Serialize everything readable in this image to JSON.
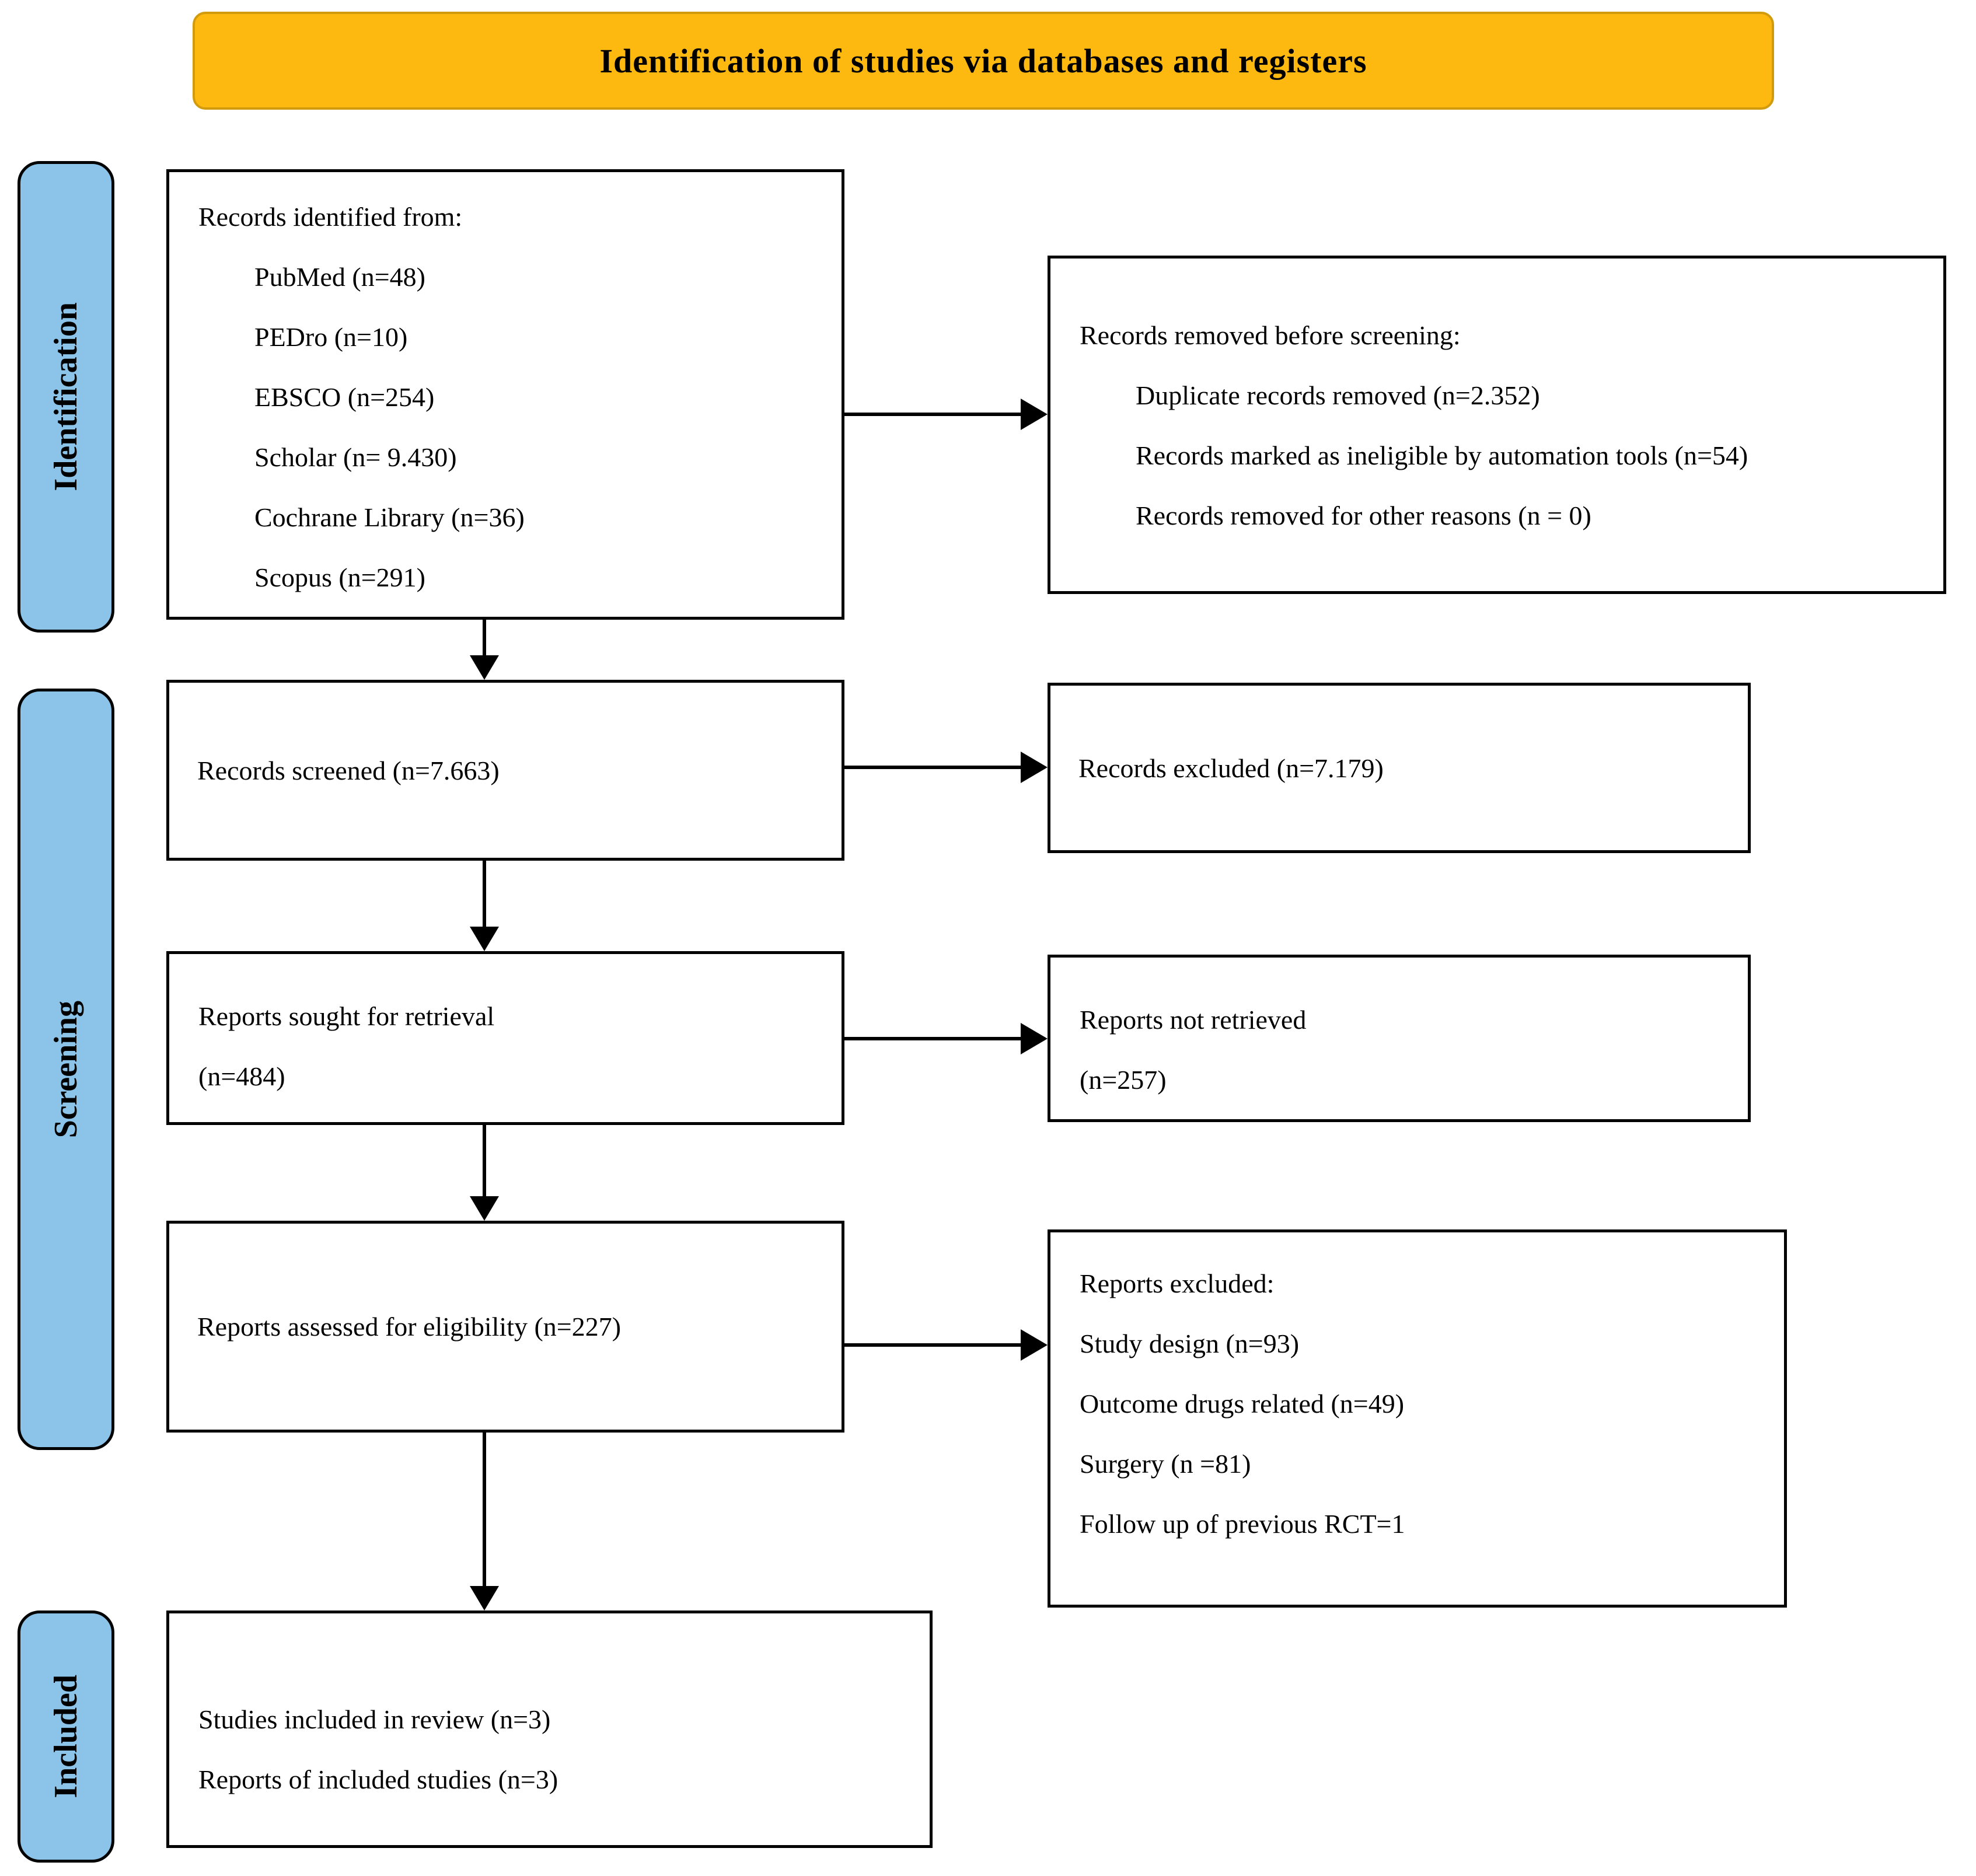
{
  "banner": {
    "title": "Identification of studies via databases and registers"
  },
  "stages": {
    "identification": "Identification",
    "screening": "Screening",
    "included": "Included"
  },
  "colors": {
    "banner_fill": "#FDB90F",
    "banner_border": "#D29B0D",
    "stage_fill": "#8CC4E9",
    "box_border": "#000000",
    "arrow": "#000000"
  },
  "boxes": {
    "records_identified": {
      "header": "Records identified from:",
      "items": [
        "PubMed (n=48)",
        "PEDro (n=10)",
        "EBSCO (n=254)",
        "Scholar (n= 9.430)",
        "Cochrane Library (n=36)",
        "Scopus (n=291)"
      ]
    },
    "records_removed": {
      "header": "Records removed before screening:",
      "items": [
        "Duplicate records removed (n=2.352)",
        "Records marked as ineligible by automation tools (n=54)",
        "Records removed for other reasons (n = 0)"
      ]
    },
    "records_screened": {
      "text": "Records screened (n=7.663)"
    },
    "records_excluded": {
      "text": "Records excluded (n=7.179)"
    },
    "reports_sought": {
      "line1": "Reports sought for retrieval",
      "line2": "(n=484)"
    },
    "reports_not_retrieved": {
      "line1": "Reports not retrieved",
      "line2": "(n=257)"
    },
    "reports_assessed": {
      "text": "Reports assessed for eligibility (n=227)"
    },
    "reports_excluded": {
      "header": "Reports excluded:",
      "items": [
        "Study design (n=93)",
        "Outcome drugs related (n=49)",
        "Surgery (n =81)",
        "Follow up of previous RCT=1"
      ]
    },
    "included_studies": {
      "line1": "Studies included in review (n=3)",
      "line2": "Reports of included studies (n=3)"
    }
  }
}
